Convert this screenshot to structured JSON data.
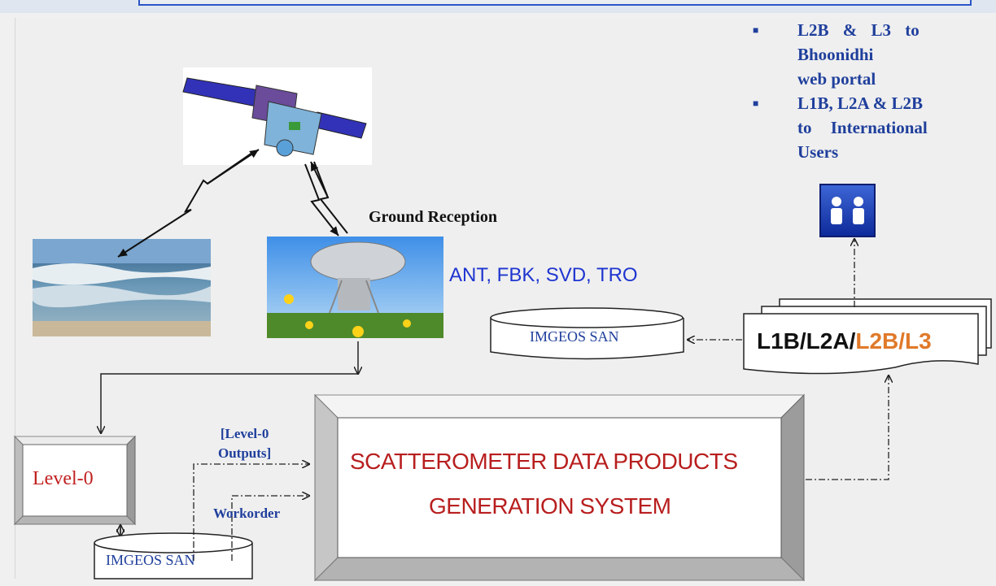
{
  "bullets": [
    {
      "lines": [
        "L2B & L3 to",
        "Bhoonidhi",
        "web portal"
      ]
    },
    {
      "lines": [
        "L1B, L2A & L2B",
        "to International",
        "Users"
      ]
    }
  ],
  "ground_reception": "Ground Reception",
  "station_codes": "ANT, FBK, SVD, TRO",
  "san_top": "IMGEOS SAN",
  "san_bottom": "IMGEOS SAN",
  "level0": "Level-0",
  "level0_outputs": [
    "[Level-0",
    "Outputs]"
  ],
  "workorder": "Workorder",
  "system_title": [
    "SCATTEROMETER DATA PRODUCTS",
    "GENERATION SYSTEM"
  ],
  "products": {
    "part1": "L1B/L2A/",
    "part2": "L2B",
    "sep": "/",
    "part3": "L3"
  },
  "colors": {
    "blue_text": "#1f3f9c",
    "red_text": "#b81e1e",
    "orange": "#e07a2a"
  },
  "icons": {
    "users": "users-icon",
    "satellite": "satellite-image",
    "ocean": "ocean-image",
    "antenna": "antenna-image"
  }
}
